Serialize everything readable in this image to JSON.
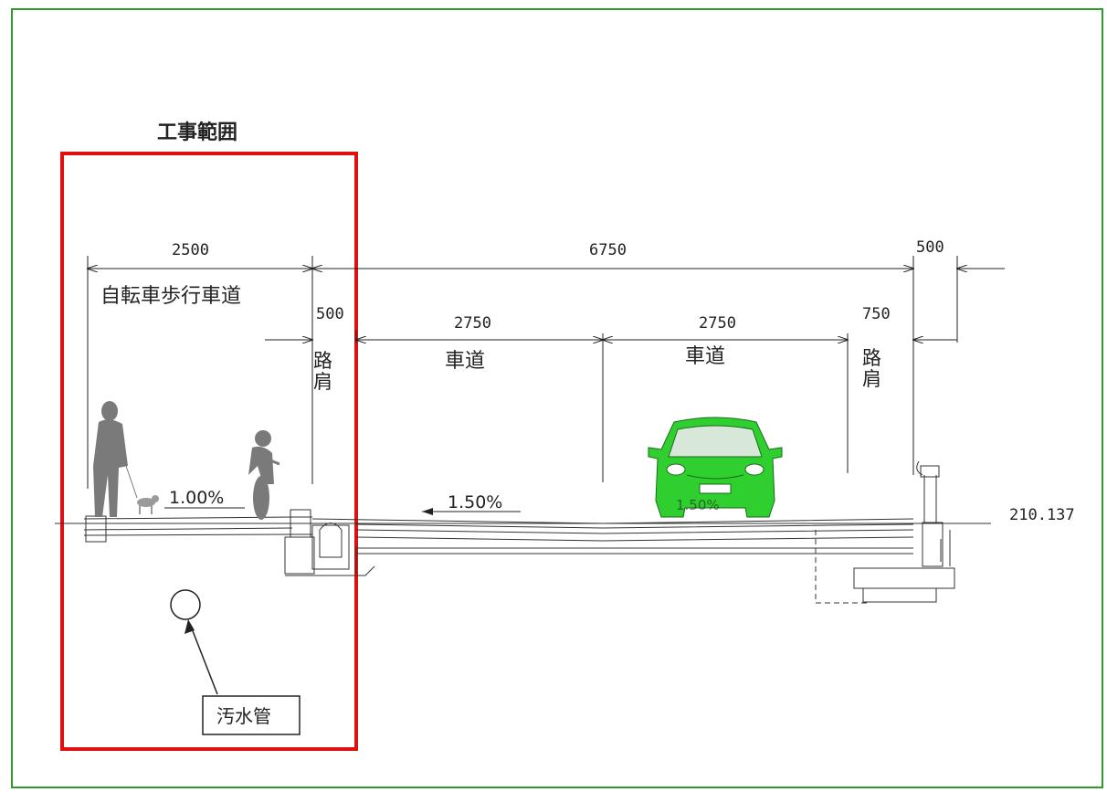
{
  "title": "工事範囲",
  "dimensions": {
    "bike_walk_width": "2500",
    "total_width": "6750",
    "right_top": "500",
    "left_shoulder": "500",
    "lane_left": "2750",
    "lane_right": "2750",
    "right_shoulder": "750"
  },
  "labels": {
    "bike_walk": "自転車歩行車道",
    "lane_left": "車道",
    "lane_right": "車道",
    "shoulder_left_1": "路",
    "shoulder_left_2": "肩",
    "shoulder_right_1": "路",
    "shoulder_right_2": "肩",
    "slope_walk": "1.00%",
    "slope_road": "1.50%",
    "slope_car_hidden": "1.50%",
    "elevation": "210.137",
    "sewer_pipe": "汚水管"
  },
  "colors": {
    "frame": "#2e9a2e",
    "construction_range": "#e01010",
    "car": "#2fcf2f",
    "figures": "#7a7a7a"
  }
}
